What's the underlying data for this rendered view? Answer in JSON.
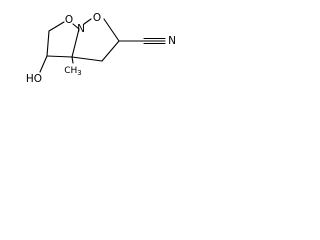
{
  "molecule": {
    "atoms": {
      "o_left": "O",
      "n_bridge": "N",
      "o_right": "O",
      "hydroxyl": "HO",
      "methyl": "CH3",
      "nitrile_n": "N"
    },
    "methyl_parts": {
      "symbol": "CH",
      "subscript": "3"
    }
  }
}
